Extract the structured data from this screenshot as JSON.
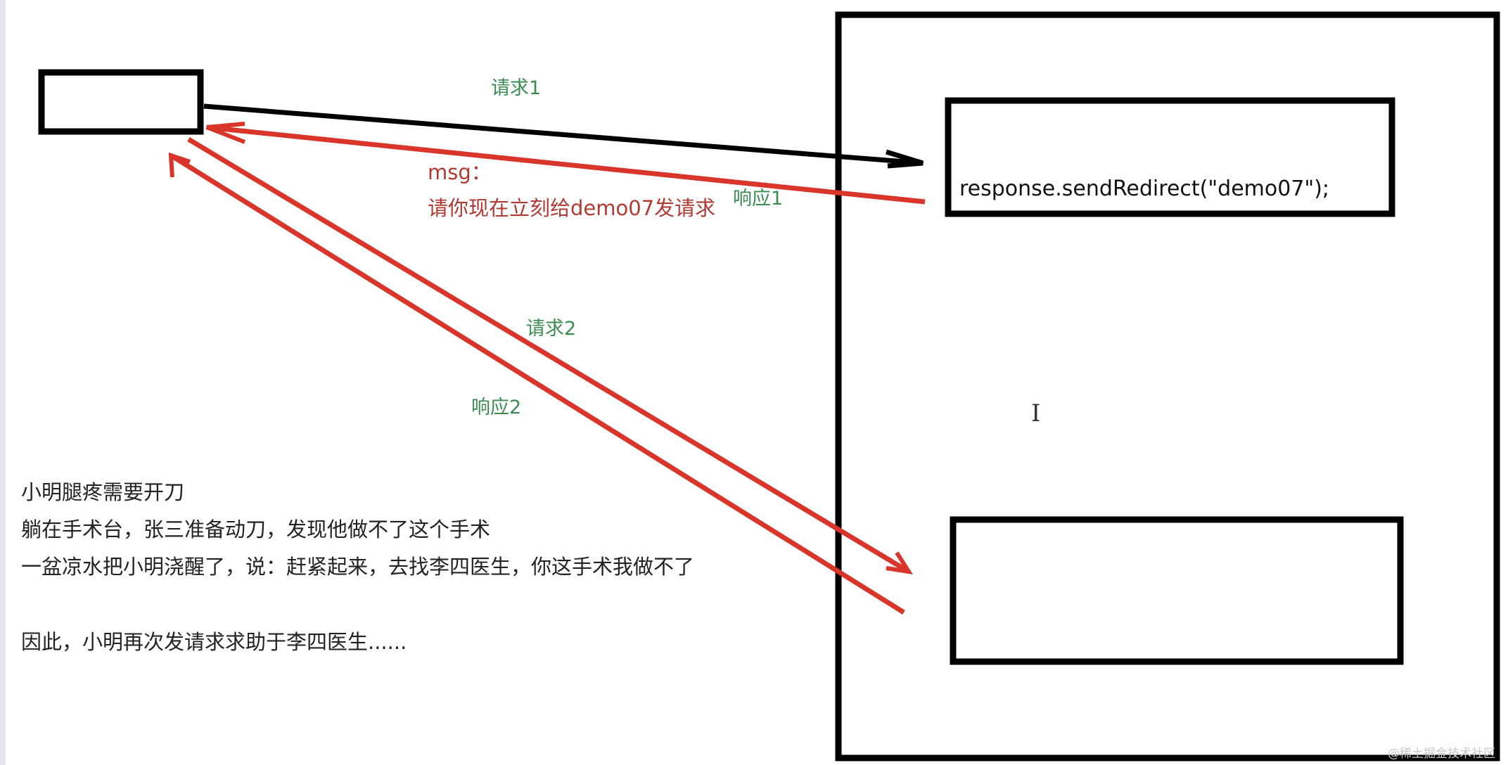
{
  "labels": {
    "request1": "请求1",
    "response1": "响应1",
    "request2": "请求2",
    "response2": "响应2",
    "msg_title": "msg：",
    "msg_body": "请你现在立刻给demo07发请求",
    "code": "response.sendRedirect(\"demo07\");"
  },
  "story": [
    "小明腿疼需要开刀",
    "躺在手术台，张三准备动刀，发现他做不了这个手术",
    "一盆凉水把小明浇醒了，说：赶紧起来，去找李四医生，你这手术我做不了",
    "因此，小明再次发请求求助于李四医生......"
  ],
  "watermark": "@稀土掘金技术社区",
  "colors": {
    "request_arrow": "#000000",
    "response_arrow": "#d9352b",
    "label_green": "#3c8c52",
    "label_red": "#b23a32"
  },
  "icons": {
    "cursor": "text-cursor-icon"
  }
}
